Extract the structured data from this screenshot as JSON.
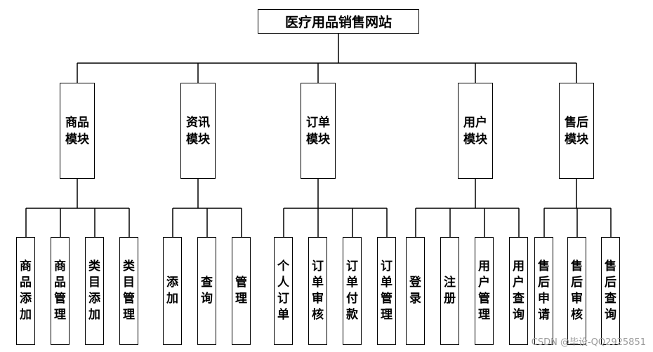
{
  "root": "医疗用品销售网站",
  "modules": [
    {
      "label": "商品模块",
      "children": [
        "商品添加",
        "商品管理",
        "类目添加",
        "类目管理"
      ]
    },
    {
      "label": "资讯模块",
      "children": [
        "添加",
        "查询",
        "管理"
      ]
    },
    {
      "label": "订单模块",
      "children": [
        "个人订单",
        "订单审核",
        "订单付款",
        "订单管理"
      ]
    },
    {
      "label": "用户模块",
      "children": [
        "登录",
        "注册",
        "用户管理",
        "用户查询"
      ]
    },
    {
      "label": "售后模块",
      "children": [
        "售后申请",
        "售后审核",
        "售后查询"
      ]
    }
  ],
  "watermark": "CSDN @毕设-QQ2925851"
}
